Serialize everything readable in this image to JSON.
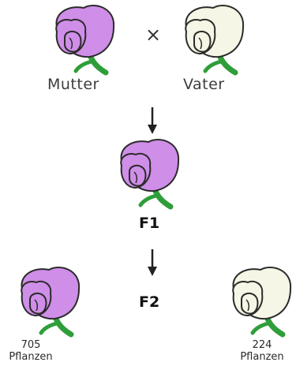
{
  "colors": {
    "purple_fill": "#cf8ee8",
    "purple_dark": "#a85cc8",
    "white_fill": "#f6f6e6",
    "white_dark": "#e2e2cc",
    "outline": "#2b2b2b",
    "stem": "#2f9e3a"
  },
  "parents": {
    "cross_symbol": "×",
    "mother": {
      "label": "Mutter",
      "color": "purple"
    },
    "father": {
      "label": "Vater",
      "color": "white"
    }
  },
  "f1": {
    "label": "F1",
    "color": "purple"
  },
  "f2": {
    "label": "F2",
    "purple": {
      "count": "705",
      "unit": "Pflanzen"
    },
    "white": {
      "count": "224",
      "unit": "Pflanzen"
    }
  }
}
